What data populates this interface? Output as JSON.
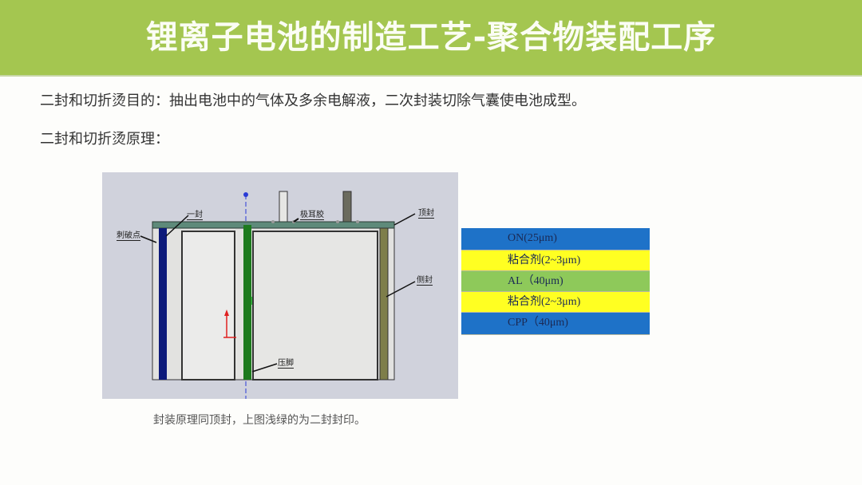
{
  "header": {
    "title": "锂离子电池的制造工艺-聚合物装配工序",
    "background": "#a4c650"
  },
  "content": {
    "purpose": "二封和切折烫目的：抽出电池中的气体及多余电解液，二次封装切除气囊使电池成型。",
    "principle_heading": "二封和切折烫原理：",
    "caption": "封装原理同顶封，上图浅绿的为二封封印。"
  },
  "diagram": {
    "labels": {
      "pierce_point": "刺破点",
      "first_seal": "一封",
      "tab_glue": "极耳胶",
      "top_seal": "顶封",
      "side_seal": "侧封",
      "press_foot": "压脚"
    },
    "colors": {
      "first_seal": "#0d1a7a",
      "second_seal": "#1d7a1d",
      "side_seal": "#7e7e4a",
      "top_seal": "#5e8a7a"
    }
  },
  "layer_stack": [
    {
      "label": "ON(25μm)",
      "color": "#1e72c8"
    },
    {
      "label": "粘合剂(2~3μm)",
      "color": "#ffff22"
    },
    {
      "label": "AL（40μm)",
      "color": "#8ec95a"
    },
    {
      "label": "粘合剂(2~3μm)",
      "color": "#ffff22"
    },
    {
      "label": "CPP（40μm)",
      "color": "#1e72c8"
    }
  ]
}
